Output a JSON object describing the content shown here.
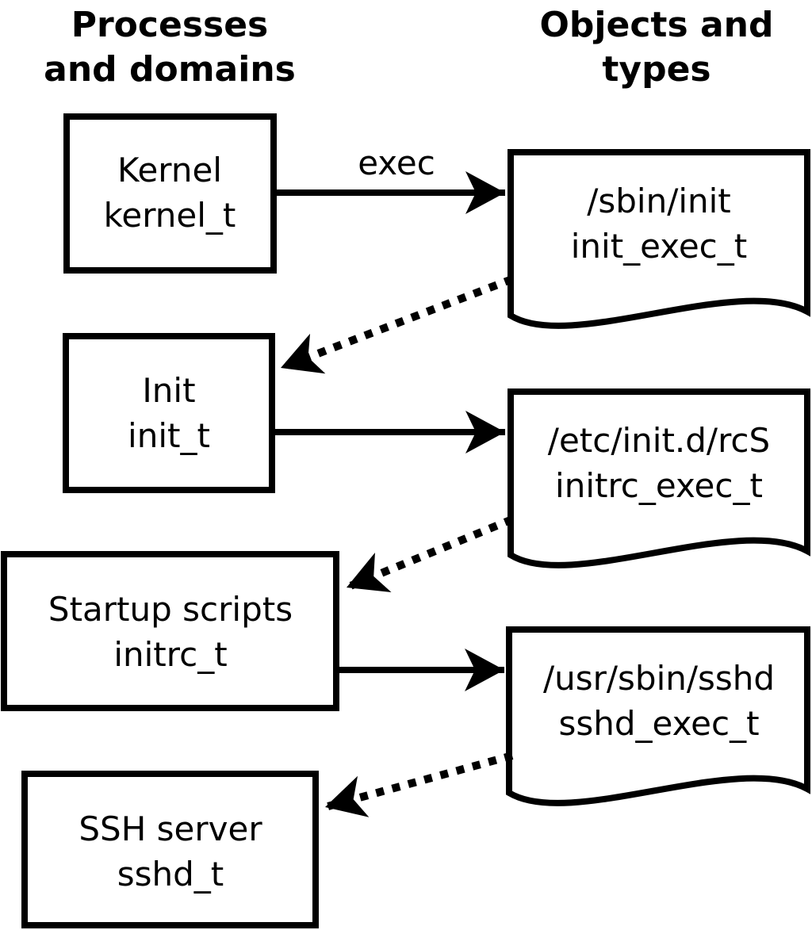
{
  "columns": {
    "left": {
      "title_line1": "Processes",
      "title_line2": "and domains"
    },
    "right": {
      "title_line1": "Objects and",
      "title_line2": "types"
    }
  },
  "processes": [
    {
      "label": "Kernel",
      "domain": "kernel_t"
    },
    {
      "label": "Init",
      "domain": "init_t"
    },
    {
      "label": "Startup scripts",
      "domain": "initrc_t"
    },
    {
      "label": "SSH server",
      "domain": "sshd_t"
    }
  ],
  "objects": [
    {
      "path": "/sbin/init",
      "type": "init_exec_t"
    },
    {
      "path": "/etc/init.d/rcS",
      "type": "initrc_exec_t"
    },
    {
      "path": "/usr/sbin/sshd",
      "type": "sshd_exec_t"
    }
  ],
  "arrows": {
    "exec_label": "exec"
  },
  "colors": {
    "stroke": "#000000",
    "background": "#ffffff"
  }
}
